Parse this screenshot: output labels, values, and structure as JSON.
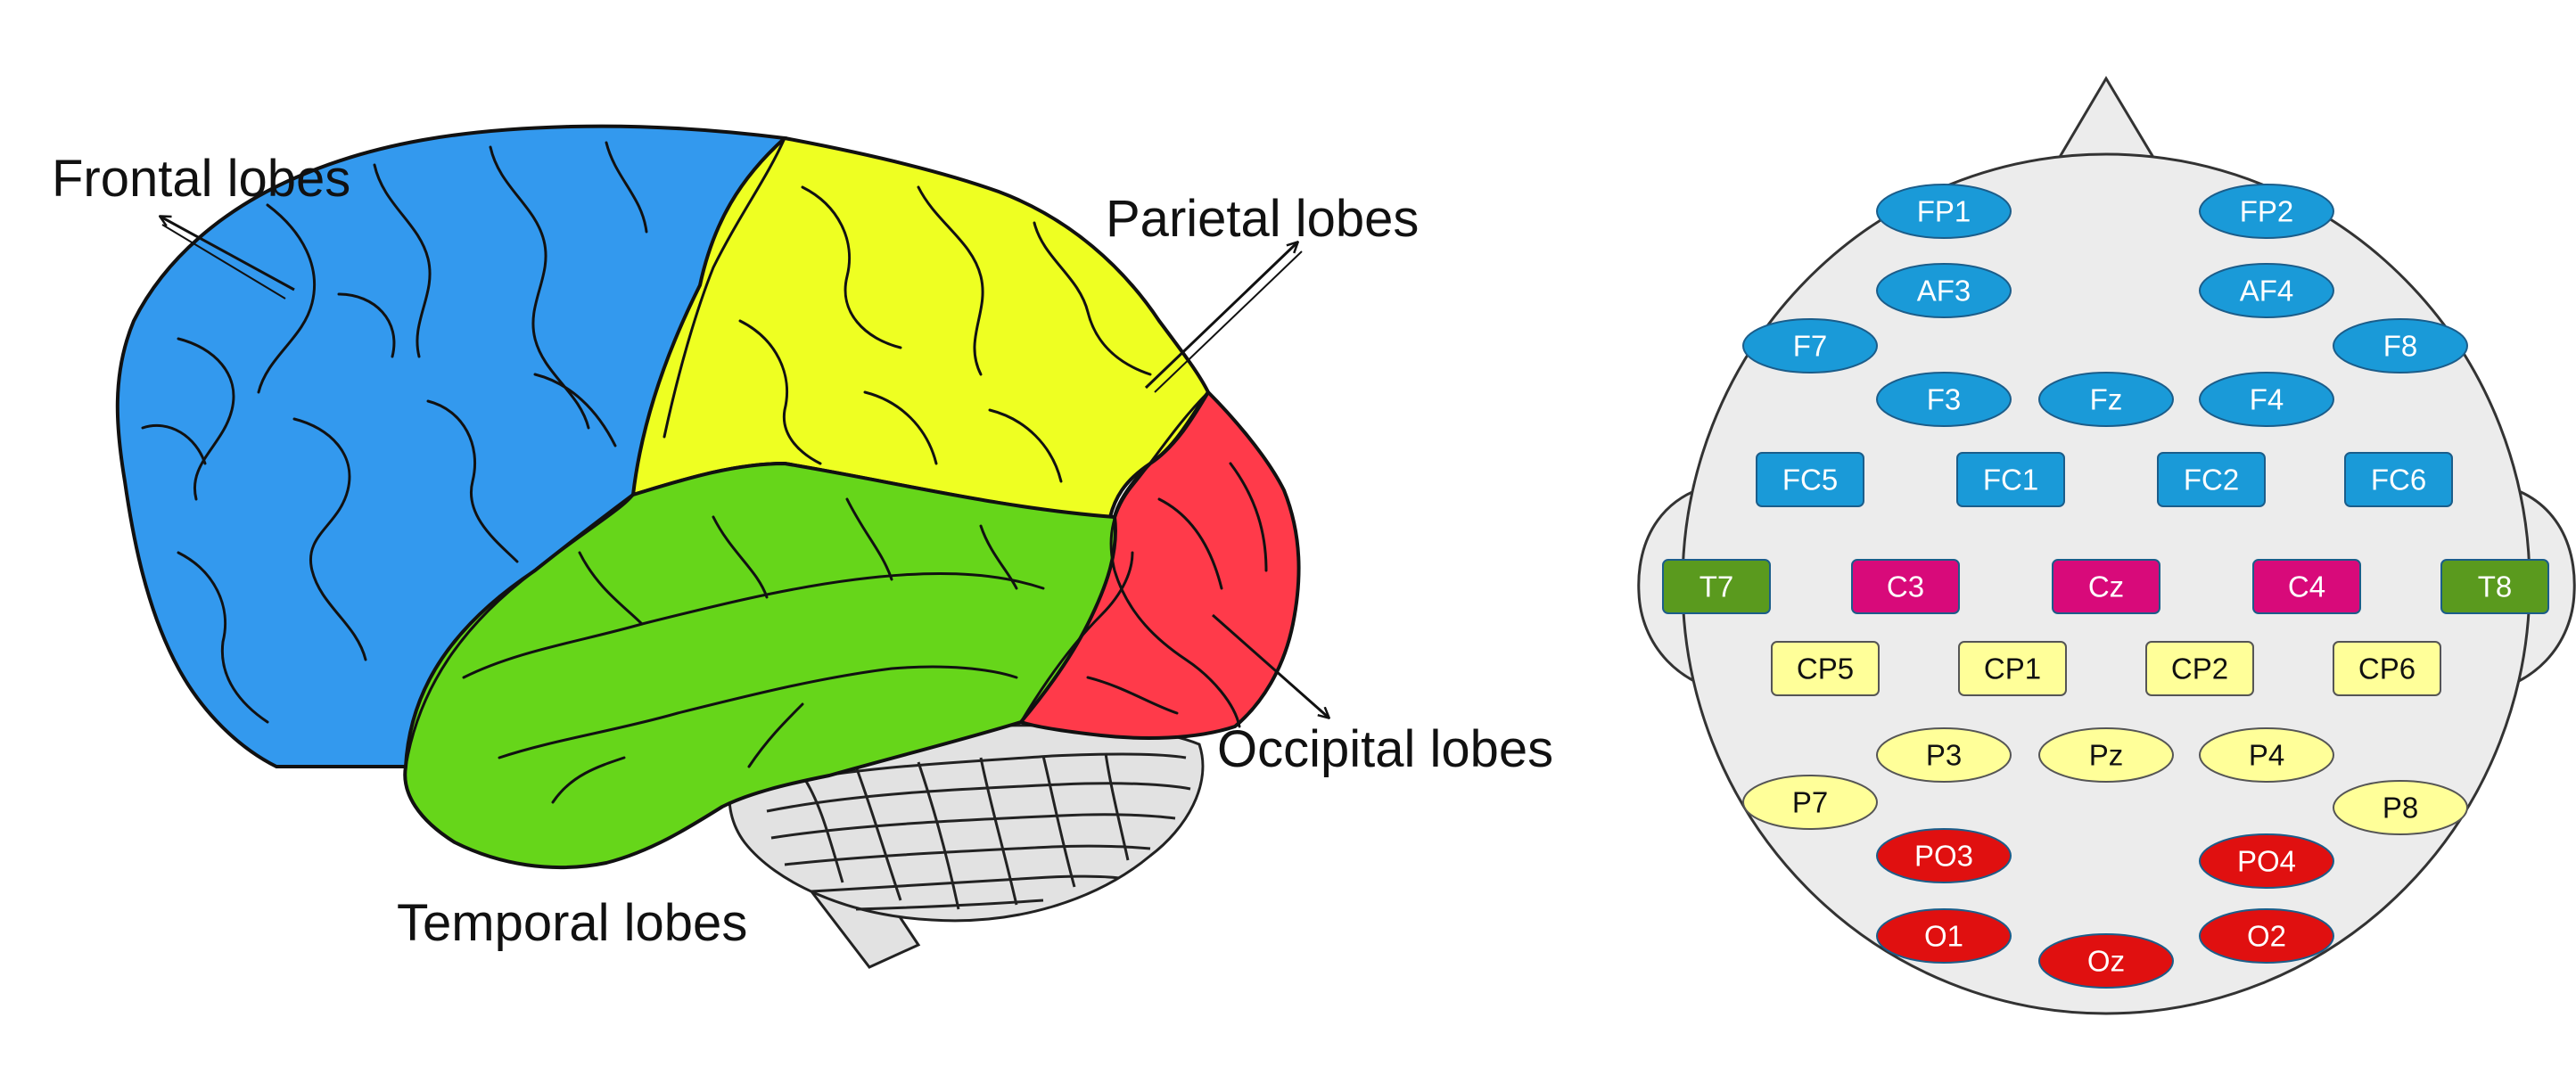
{
  "lobes": {
    "frontal": {
      "label": "Frontal lobes",
      "color": "#3399ee"
    },
    "parietal": {
      "label": "Parietal lobes",
      "color": "#eeff22"
    },
    "temporal": {
      "label": "Temporal lobes",
      "color": "#66d61a"
    },
    "occipital": {
      "label": "Occipital lobes",
      "color": "#ff3a4a"
    },
    "cerebellum_color": "#e2e2e2"
  },
  "electrode_colors": {
    "frontal": "#1a9ad8",
    "central": "#d80a7a",
    "temporal": "#5a9a1e",
    "centroparietal": "#ffff99",
    "parietal": "#ffff99",
    "occipital": "#e01010"
  },
  "electrodes": [
    {
      "label": "FP1",
      "group": "frontal"
    },
    {
      "label": "FP2",
      "group": "frontal"
    },
    {
      "label": "AF3",
      "group": "frontal"
    },
    {
      "label": "AF4",
      "group": "frontal"
    },
    {
      "label": "F7",
      "group": "frontal"
    },
    {
      "label": "F8",
      "group": "frontal"
    },
    {
      "label": "F3",
      "group": "frontal"
    },
    {
      "label": "Fz",
      "group": "frontal"
    },
    {
      "label": "F4",
      "group": "frontal"
    },
    {
      "label": "FC5",
      "group": "frontal"
    },
    {
      "label": "FC1",
      "group": "frontal"
    },
    {
      "label": "FC2",
      "group": "frontal"
    },
    {
      "label": "FC6",
      "group": "frontal"
    },
    {
      "label": "T7",
      "group": "temporal"
    },
    {
      "label": "C3",
      "group": "central"
    },
    {
      "label": "Cz",
      "group": "central"
    },
    {
      "label": "C4",
      "group": "central"
    },
    {
      "label": "T8",
      "group": "temporal"
    },
    {
      "label": "CP5",
      "group": "centroparietal"
    },
    {
      "label": "CP1",
      "group": "centroparietal"
    },
    {
      "label": "CP2",
      "group": "centroparietal"
    },
    {
      "label": "CP6",
      "group": "centroparietal"
    },
    {
      "label": "P3",
      "group": "parietal"
    },
    {
      "label": "Pz",
      "group": "parietal"
    },
    {
      "label": "P4",
      "group": "parietal"
    },
    {
      "label": "P7",
      "group": "parietal"
    },
    {
      "label": "P8",
      "group": "parietal"
    },
    {
      "label": "PO3",
      "group": "occipital"
    },
    {
      "label": "PO4",
      "group": "occipital"
    },
    {
      "label": "O1",
      "group": "occipital"
    },
    {
      "label": "Oz",
      "group": "occipital"
    },
    {
      "label": "O2",
      "group": "occipital"
    }
  ]
}
